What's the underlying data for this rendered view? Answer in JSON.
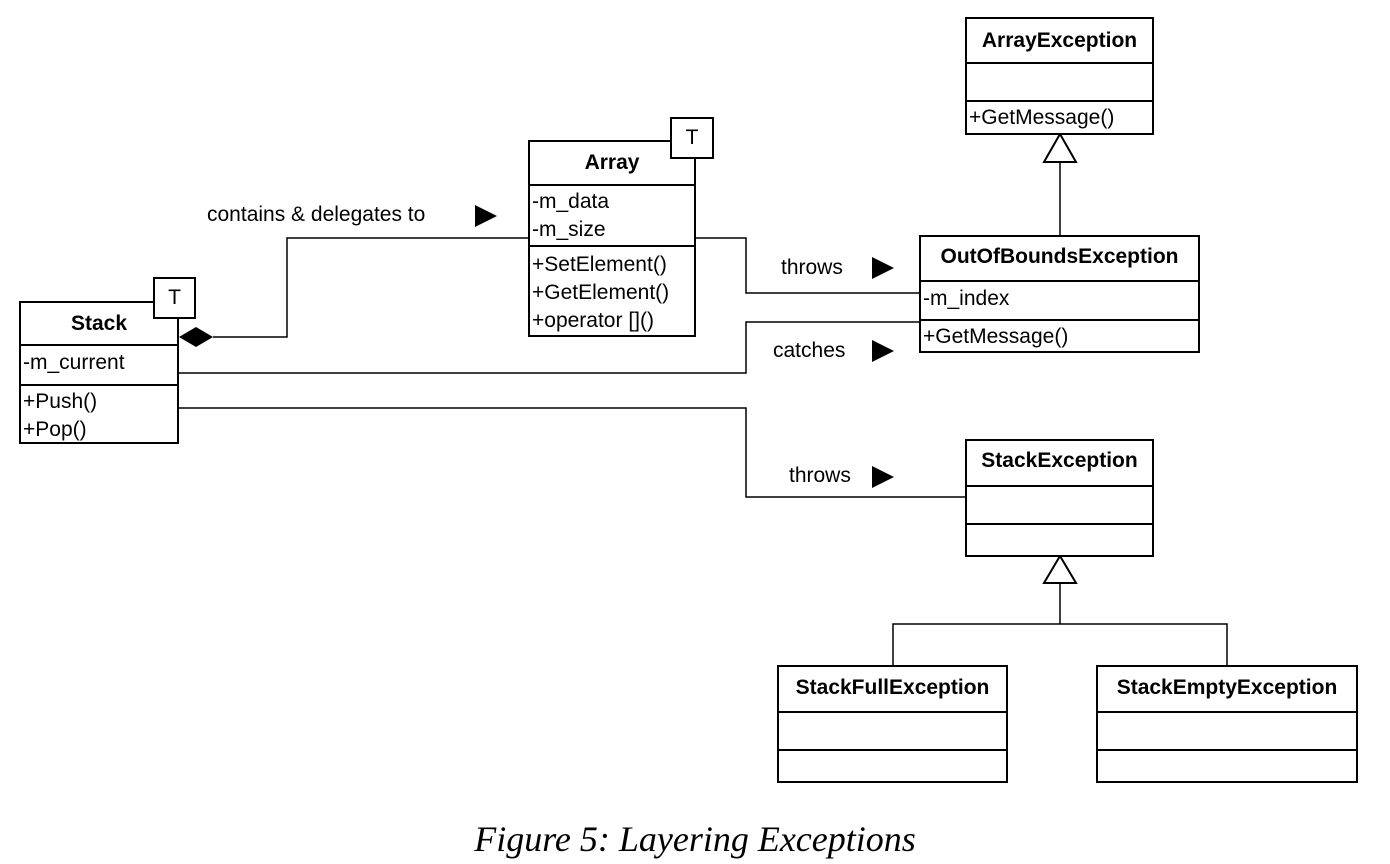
{
  "classes": {
    "array_exception": {
      "name": "ArrayException",
      "attributes": [],
      "methods": [
        "+GetMessage()"
      ]
    },
    "array": {
      "name": "Array",
      "template": "T",
      "attributes": [
        "-m_data",
        "-m_size"
      ],
      "methods": [
        "+SetElement()",
        "+GetElement()",
        "+operator [](​)"
      ]
    },
    "stack": {
      "name": "Stack",
      "template": "T",
      "attributes": [
        "-m_current"
      ],
      "methods": [
        "+Push()",
        "+Pop()"
      ]
    },
    "out_of_bounds": {
      "name": "OutOfBoundsException",
      "attributes": [
        "-m_index"
      ],
      "methods": [
        "+GetMessage()"
      ]
    },
    "stack_exception": {
      "name": "StackException",
      "attributes": [],
      "methods": []
    },
    "stack_full": {
      "name": "StackFullException",
      "attributes": [],
      "methods": []
    },
    "stack_empty": {
      "name": "StackEmptyException",
      "attributes": [],
      "methods": []
    }
  },
  "relations": {
    "contains_label": "contains & delegates to",
    "array_throws_label": "throws",
    "catches_label": "catches",
    "stack_throws_label": "throws"
  },
  "caption": "Figure 5: Layering Exceptions"
}
